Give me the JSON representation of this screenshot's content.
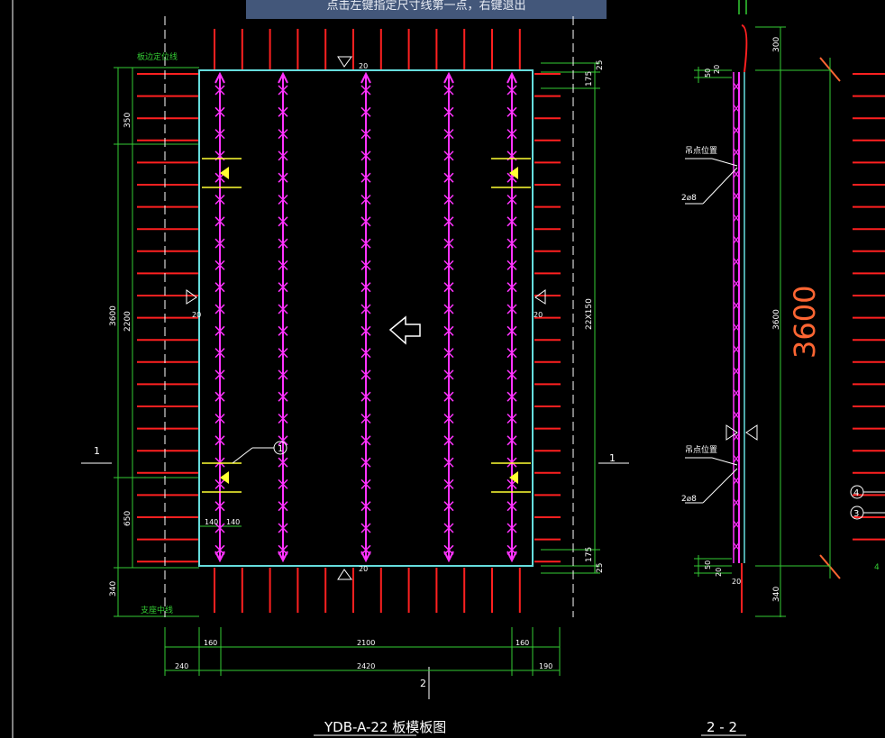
{
  "status_tip": "点击左键指定尺寸线第一点，右键退出",
  "plan": {
    "title": "YDB-A-22  板模板图",
    "center_line_label": "支座中线",
    "positioning_line_label": "板边定位线",
    "section_cut": "1",
    "section_cut_2": "2",
    "balloon_1": "1",
    "cover_label": "20",
    "dims_left": [
      "350",
      "3600",
      "2200",
      "650",
      "340"
    ],
    "dims_right": [
      "25",
      "175",
      "22X150",
      "175",
      "25"
    ],
    "dims_bottom_1": [
      "160",
      "2100",
      "160"
    ],
    "dims_bottom_2": [
      "240",
      "2420",
      "190"
    ],
    "dims_inner": [
      "140",
      "140"
    ]
  },
  "section": {
    "title": "2 - 2",
    "dims": [
      "300",
      "3600",
      "340",
      "50",
      "20",
      "50",
      "20",
      "20"
    ],
    "big_dim": "3600",
    "lift_label_1": "吊点位置",
    "lift_label_2": "吊点位置",
    "rebar_1": "2⌀8",
    "rebar_2": "2⌀8",
    "balloon_4": "4",
    "balloon_3": "3",
    "edge_dim": "4"
  },
  "colors": {
    "background": "#000000",
    "rebar_red": "#ff2020",
    "truss_magenta": "#ff33ff",
    "dim_green": "#33cc33",
    "outline_cyan": "#66dddd",
    "lift_yellow": "#ffff33",
    "text_white": "#ffffff",
    "big_dim_orange": "#ff6633"
  }
}
